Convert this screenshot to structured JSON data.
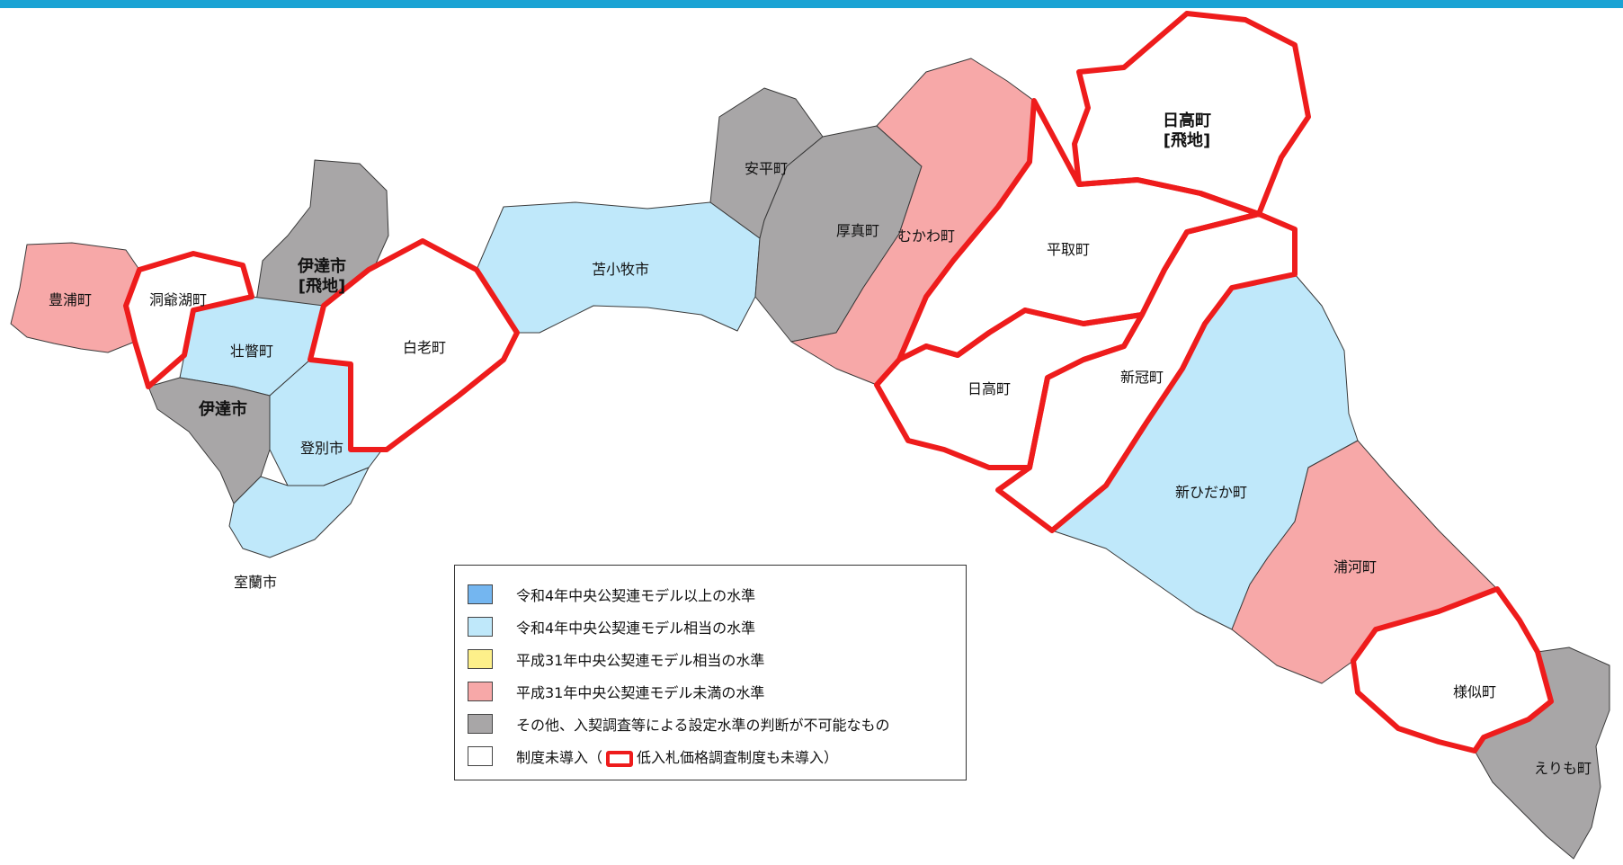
{
  "colors": {
    "top_bar": "#1aa3d4",
    "above_r4": "#74b6f0",
    "equal_r4": "#bfe8fa",
    "equal_h31": "#fdf08a",
    "below_h31": "#f7a8a8",
    "other": "#a8a6a7",
    "not_introduced": "#ffffff",
    "no_low_bid_outline": "#ee1c1c"
  },
  "municipalities": [
    {
      "key": "toyoura",
      "name": "豊浦町",
      "category": "below_h31"
    },
    {
      "key": "toyako",
      "name": "洞爺湖町",
      "category": "not_introduced",
      "no_low_bid": true
    },
    {
      "key": "date_enclave",
      "name": "伊達市",
      "name_sub": "[飛地]",
      "category": "other"
    },
    {
      "key": "sobetsu",
      "name": "壮瞥町",
      "category": "equal_r4"
    },
    {
      "key": "date",
      "name": "伊達市",
      "category": "other"
    },
    {
      "key": "noboribetsu",
      "name": "登別市",
      "category": "equal_r4"
    },
    {
      "key": "muroran",
      "name": "室蘭市",
      "category": "equal_r4"
    },
    {
      "key": "shiraoi",
      "name": "白老町",
      "category": "not_introduced",
      "no_low_bid": true
    },
    {
      "key": "tomakomai",
      "name": "苫小牧市",
      "category": "equal_r4"
    },
    {
      "key": "abira",
      "name": "安平町",
      "category": "other"
    },
    {
      "key": "atsuma",
      "name": "厚真町",
      "category": "other"
    },
    {
      "key": "mukawa",
      "name": "むかわ町",
      "category": "below_h31"
    },
    {
      "key": "hidaka_enclave",
      "name": "日高町",
      "name_sub": "[飛地]",
      "category": "not_introduced",
      "no_low_bid": true
    },
    {
      "key": "biratori",
      "name": "平取町",
      "category": "not_introduced",
      "no_low_bid": true
    },
    {
      "key": "hidaka",
      "name": "日高町",
      "category": "not_introduced",
      "no_low_bid": true
    },
    {
      "key": "niikappu",
      "name": "新冠町",
      "category": "not_introduced",
      "no_low_bid": true
    },
    {
      "key": "shinhidaka",
      "name": "新ひだか町",
      "category": "equal_r4"
    },
    {
      "key": "urakawa",
      "name": "浦河町",
      "category": "below_h31"
    },
    {
      "key": "samani",
      "name": "様似町",
      "category": "not_introduced",
      "no_low_bid": true
    },
    {
      "key": "erimo",
      "name": "えりも町",
      "category": "other"
    }
  ],
  "legend": {
    "items": [
      {
        "category": "above_r4",
        "text": "令和4年中央公契連モデル以上の水準"
      },
      {
        "category": "equal_r4",
        "text": "令和4年中央公契連モデル相当の水準"
      },
      {
        "category": "equal_h31",
        "text": "平成31年中央公契連モデル相当の水準"
      },
      {
        "category": "below_h31",
        "text": "平成31年中央公契連モデル未満の水準"
      },
      {
        "category": "other",
        "text": "その他、入契調査等による設定水準の判断が不可能なもの"
      }
    ],
    "last": {
      "category": "not_introduced",
      "text_before": "制度未導入（",
      "text_after": "低入札価格調査制度も未導入）"
    }
  }
}
